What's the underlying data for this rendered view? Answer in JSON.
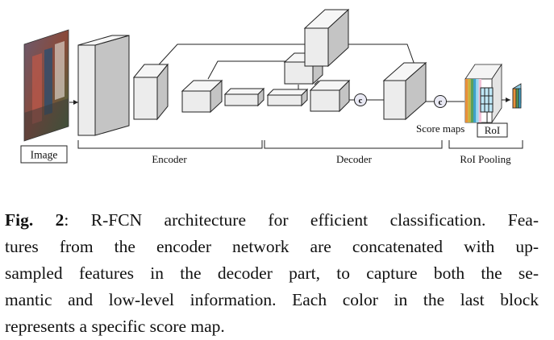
{
  "diagram": {
    "image_label": "Image",
    "encoder_label": "Encoder",
    "decoder_label": "Decoder",
    "roi_pooling_label": "RoI Pooling",
    "score_maps_label": "Score maps",
    "roi_label": "RoI",
    "concat_symbol": "c"
  },
  "caption": {
    "fig_label": "Fig. 2",
    "lines": [
      ": R-FCN architecture for efficient classification. Fea-",
      "tures from the encoder network are concatenated with up-",
      "sampled features in the decoder part, to capture both the se-",
      "mantic and low-level information. Each color in the last block",
      "represents a specific score map."
    ]
  },
  "colors": {
    "block_front": "#ececec",
    "block_top": "#f6f6f6",
    "block_side": "#c4c4c4",
    "outline": "#222222",
    "score_map_stripes": [
      "#e8903a",
      "#c9b23a",
      "#5aa05a",
      "#3fa0c8",
      "#9ad8ef",
      "#f2c1d6"
    ]
  }
}
